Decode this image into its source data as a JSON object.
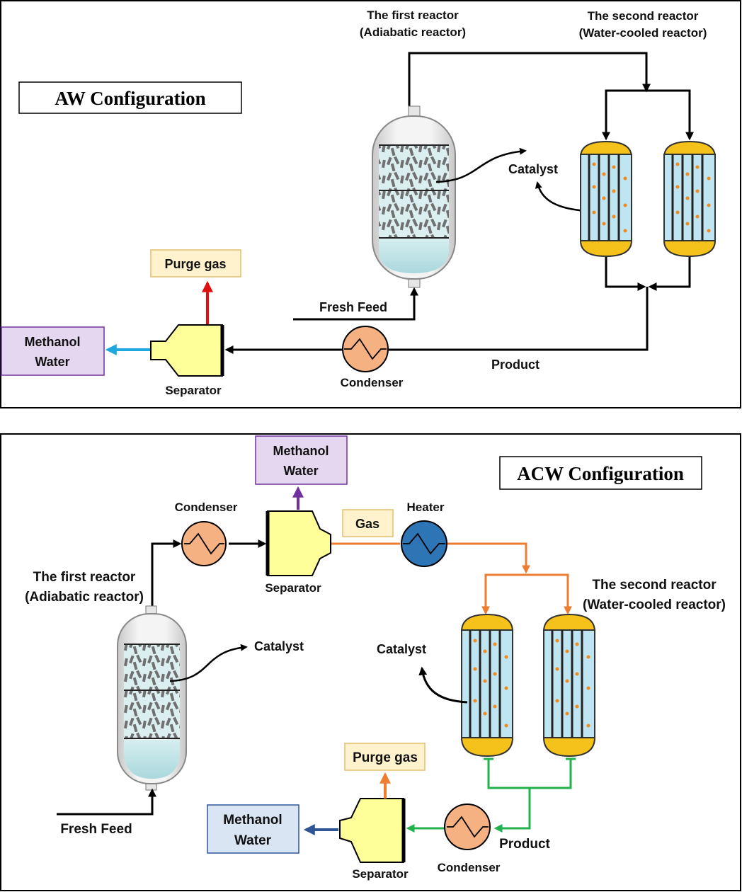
{
  "panel_aw": {
    "config_title": "AW Configuration",
    "first_reactor": [
      "The first reactor",
      "(Adiabatic reactor)"
    ],
    "second_reactor": [
      "The second reactor",
      "(Water-cooled reactor)"
    ],
    "catalyst": "Catalyst",
    "purge_gas": "Purge gas",
    "methanol_water": [
      "Methanol",
      "Water"
    ],
    "fresh_feed": "Fresh Feed",
    "separator": "Separator",
    "condenser": "Condenser",
    "product": "Product"
  },
  "panel_acw": {
    "config_title": "ACW Configuration",
    "methanol_water_top": [
      "Methanol",
      "Water"
    ],
    "condenser_top": "Condenser",
    "separator_top": "Separator",
    "gas": "Gas",
    "heater": "Heater",
    "first_reactor": [
      "The first reactor",
      "(Adiabatic reactor)"
    ],
    "catalyst_left": "Catalyst",
    "second_reactor": [
      "The second reactor",
      "(Water-cooled reactor)"
    ],
    "catalyst_right": "Catalyst",
    "purge_gas": "Purge gas",
    "methanol_water_bottom": [
      "Methanol",
      "Water"
    ],
    "fresh_feed": "Fresh Feed",
    "separator_bottom": "Separator",
    "condenser_bottom": "Condenser",
    "product": "Product"
  },
  "colors": {
    "black_line": "#000000",
    "purge_red": "#e01010",
    "methanol_cyan": "#1ea8e0",
    "gas_orange": "#ed7d31",
    "product_green": "#22b14c",
    "methanol_purple": "#7030a0",
    "methanol_blue": "#2f5597",
    "separator_yellow": "#ffff99",
    "condenser_peach": "#f6b183",
    "heater_blue": "#2e75b6",
    "purge_box": "#fff2cc",
    "methanol_box_purple": "#e6d7f0",
    "methanol_box_blue": "#dae5f4",
    "reactor_cap_yellow": "#f4c21a",
    "tube_blue": "#bfe4f2"
  }
}
